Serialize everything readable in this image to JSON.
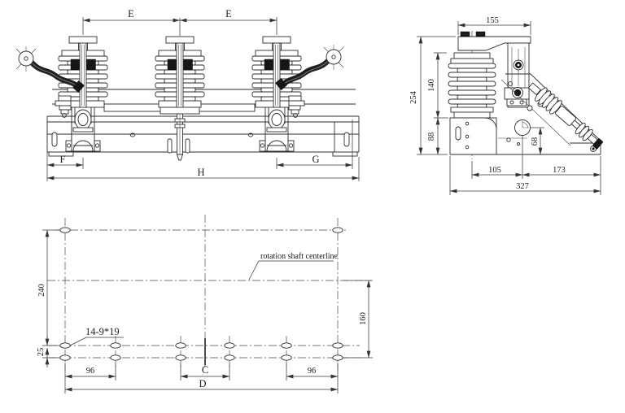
{
  "page": {
    "background": "#ffffff",
    "line_color": "#2e2e2e",
    "description_type": "technical-drawing"
  },
  "front_view": {
    "dims": {
      "e_left": "E",
      "e_right": "E",
      "f": "F",
      "g": "G",
      "h": "H"
    }
  },
  "side_view": {
    "dims": {
      "top_width": "155",
      "overall_height": "254",
      "insulator_height": "140",
      "base_height": "88",
      "shaft_center_height": "68",
      "shaft_offset": "105",
      "lever_span": "173",
      "overall_depth": "327"
    }
  },
  "plan_view": {
    "dims": {
      "row_span": "240",
      "row_gap": "25",
      "shaft_to_row": "160",
      "pitch_left": "96",
      "pitch_center": "C",
      "pitch_right": "96",
      "overall_width": "D"
    },
    "labels": {
      "hole_callout": "14-9*19",
      "shaft_centerline": "rotation shaft centerline"
    }
  }
}
